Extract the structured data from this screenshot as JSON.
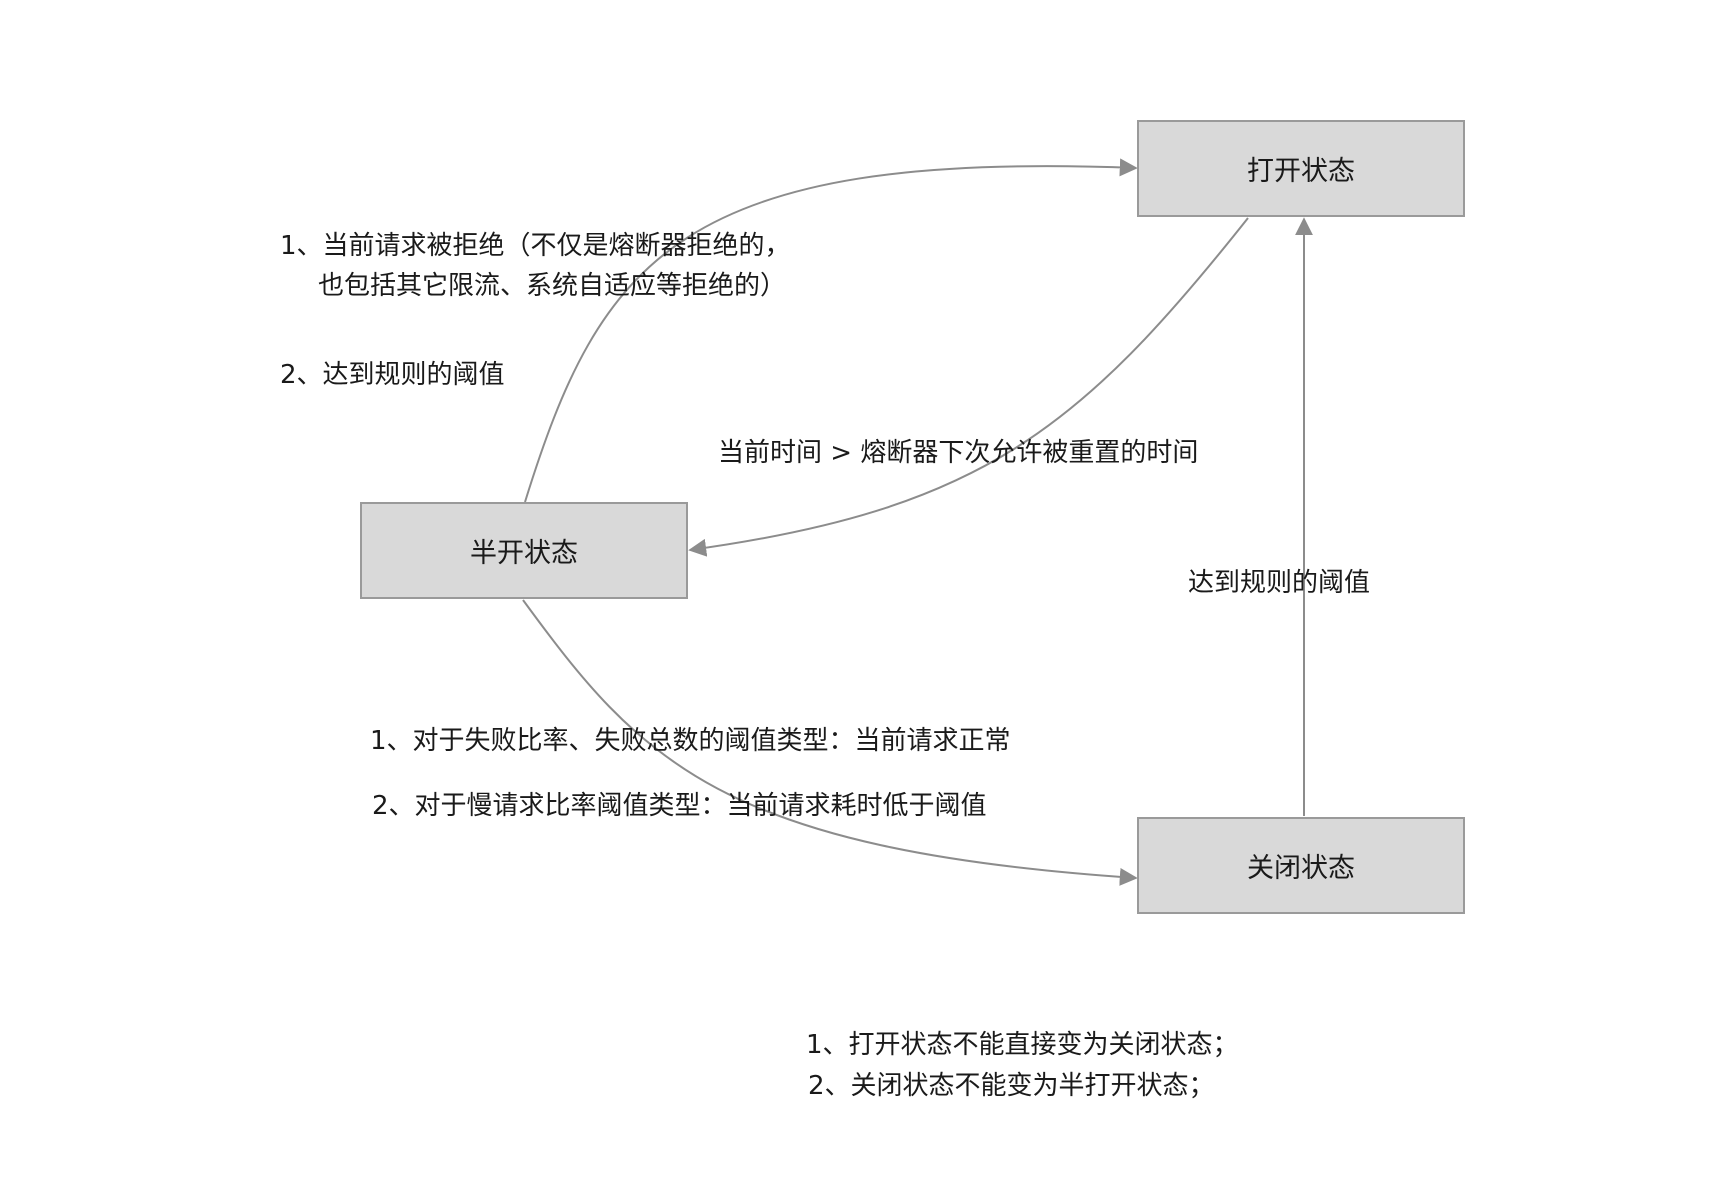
{
  "states": {
    "open": "打开状态",
    "half_open": "半开状态",
    "closed": "关闭状态"
  },
  "transitions": {
    "half_to_open": {
      "line1": "1、当前请求被拒绝（不仅是熔断器拒绝的，",
      "line2": "也包括其它限流、系统自适应等拒绝的）",
      "line3": "2、达到规则的阈值"
    },
    "open_to_half": "当前时间 > 熔断器下次允许被重置的时间",
    "closed_to_open": "达到规则的阈值",
    "half_to_closed": {
      "line1": "1、对于失败比率、失败总数的阈值类型：当前请求正常",
      "line2": "2、对于慢请求比率阈值类型：当前请求耗时低于阈值"
    }
  },
  "notes": {
    "line1": "1、打开状态不能直接变为关闭状态；",
    "line2": "2、关闭状态不能变为半打开状态；"
  },
  "colors": {
    "box_fill": "#d9d9d9",
    "box_border": "#9a9a9a",
    "edge": "#8c8c8c",
    "text": "#1a1a1a"
  }
}
